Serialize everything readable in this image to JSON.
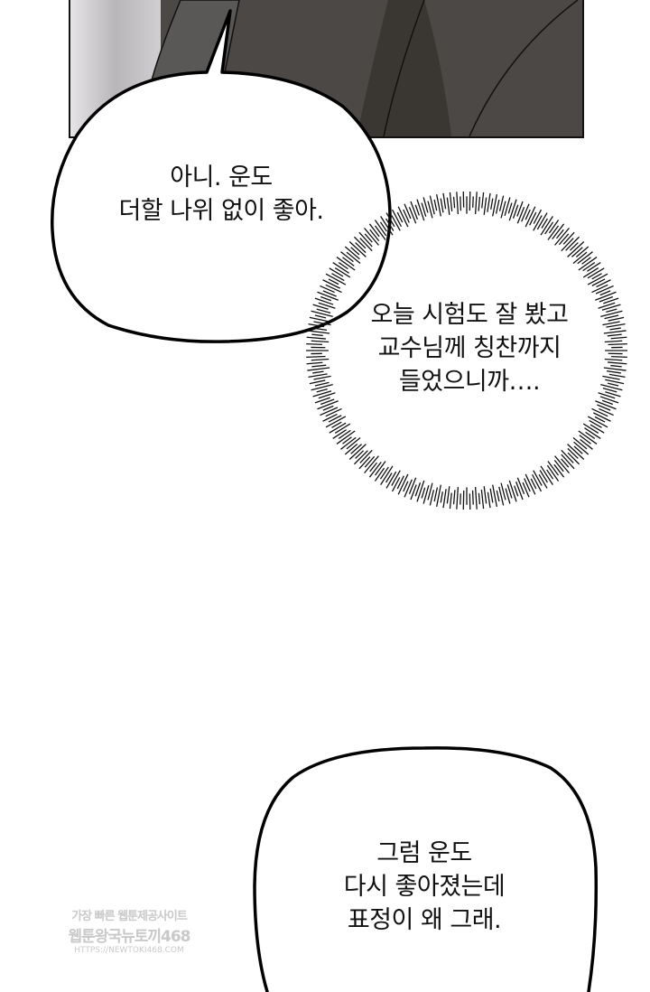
{
  "panel": {
    "bg_color": "#4a4845",
    "left_bg_color": "#d8d6d8"
  },
  "bubbles": [
    {
      "lines": [
        "아니. 운도",
        "더할 나위 없이 좋아."
      ]
    },
    {
      "lines": [
        "오늘 시험도 잘 봤고",
        "교수님께 칭찬까지",
        "들었으니까…."
      ]
    },
    {
      "lines": [
        "그럼 운도",
        "다시 좋아졌는데",
        "표정이 왜 그래."
      ]
    }
  ],
  "watermark": {
    "line1": "가장 빠른 웹툰제공사이트",
    "line2": "웹툰왕국뉴토끼468",
    "line3": "HTTPS://NEWTOKI468.COM"
  }
}
